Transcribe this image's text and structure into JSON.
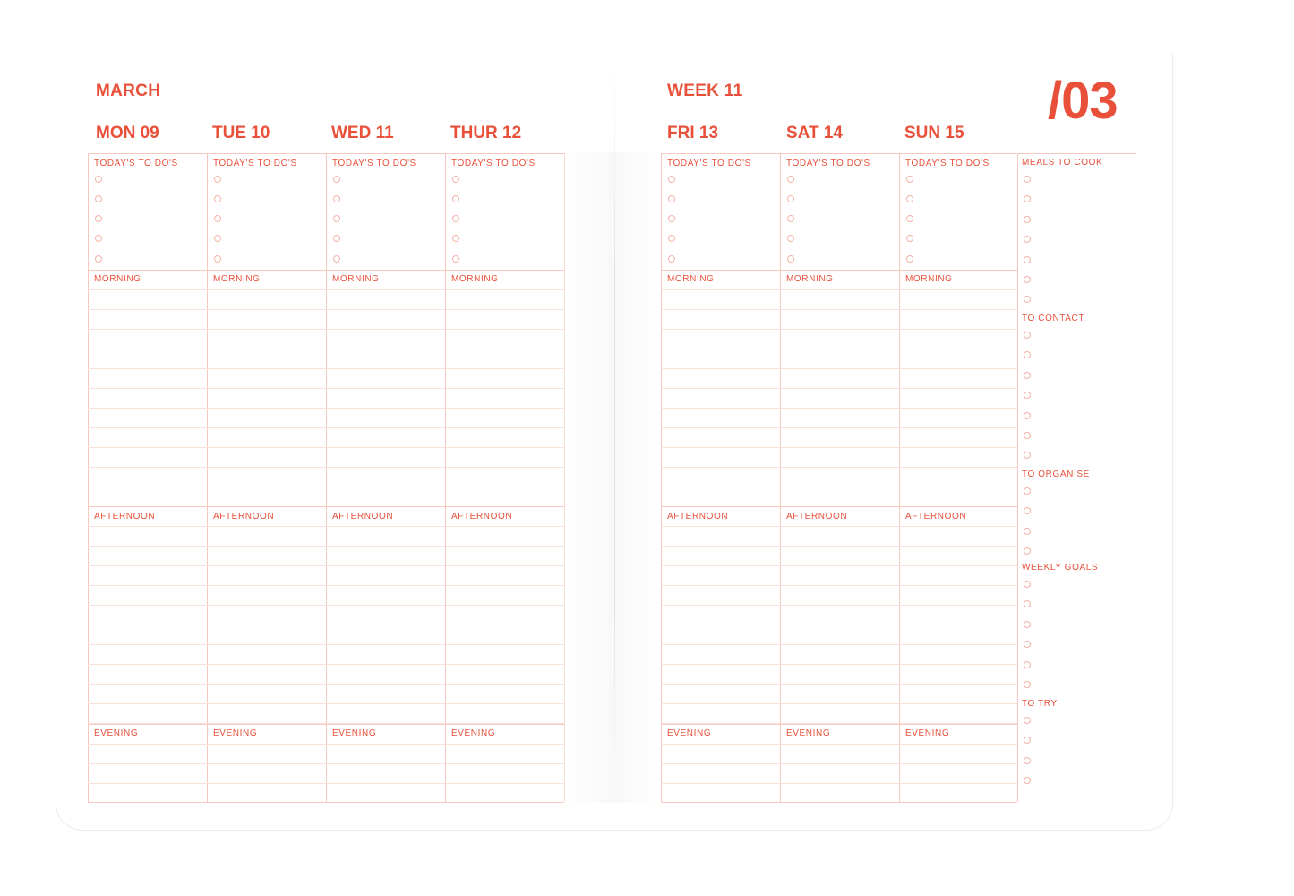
{
  "left_page": {
    "month": "MARCH",
    "days": [
      {
        "day": "MON 09"
      },
      {
        "day": "TUE 10"
      },
      {
        "day": "WED 11"
      },
      {
        "day": "THUR 12"
      }
    ]
  },
  "right_page": {
    "week": "WEEK 11",
    "month_number": "/03",
    "days": [
      {
        "day": "FRI 13"
      },
      {
        "day": "SAT 14"
      },
      {
        "day": "SUN 15"
      }
    ]
  },
  "section_labels": {
    "todos": "TODAY'S TO DO'S",
    "morning": "MORNING",
    "afternoon": "AFTERNOON",
    "evening": "EVENING"
  },
  "sidebar": {
    "sections": [
      {
        "label": "MEALS TO COOK",
        "checkboxes": 7
      },
      {
        "label": "TO CONTACT",
        "checkboxes": 7
      },
      {
        "label": "TO ORGANISE",
        "checkboxes": 4
      },
      {
        "label": "WEEKLY GOALS",
        "checkboxes": 6
      },
      {
        "label": "TO TRY",
        "checkboxes": 4
      }
    ]
  },
  "colors": {
    "accent": "#e8503a",
    "line": "#f5c9bf"
  }
}
